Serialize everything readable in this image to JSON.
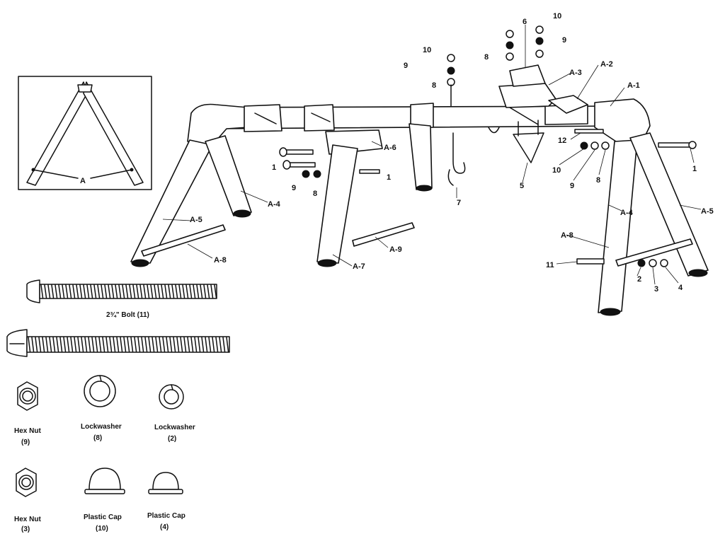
{
  "inset": {
    "label": "A"
  },
  "callouts": {
    "a1": "A-1",
    "a2": "A-2",
    "a3": "A-3",
    "a4_left": "A-4",
    "a4_right": "A-4",
    "a5_left": "A-5",
    "a5_right": "A-5",
    "a6": "A-6",
    "a7": "A-7",
    "a8_left": "A-8",
    "a8_right": "A-8",
    "a9": "A-9",
    "n1_right": "1",
    "n1_left_a": "1",
    "n1_left_b": "1",
    "n2": "2",
    "n3": "3",
    "n4": "4",
    "n5": "5",
    "n6": "6",
    "n7": "7",
    "n8_top": "8",
    "n8_mid": "8",
    "n8_left": "8",
    "n8_right": "8",
    "n9_top": "9",
    "n9_topright": "9",
    "n9_left": "9",
    "n9_right": "9",
    "n10_top": "10",
    "n10_topright": "10",
    "n10_right": "10",
    "n11": "11",
    "n12": "12"
  },
  "hardware": {
    "bolt_caption": "2¾\" Bolt (11)",
    "items": [
      {
        "name": "Hex Nut",
        "num": "(9)"
      },
      {
        "name": "Lockwasher",
        "num": "(8)"
      },
      {
        "name": "Lockwasher",
        "num": "(2)"
      },
      {
        "name": "Hex Nut",
        "num": "(3)"
      },
      {
        "name": "Plastic Cap",
        "num": "(10)"
      },
      {
        "name": "Plastic Cap",
        "num": "(4)"
      }
    ]
  }
}
